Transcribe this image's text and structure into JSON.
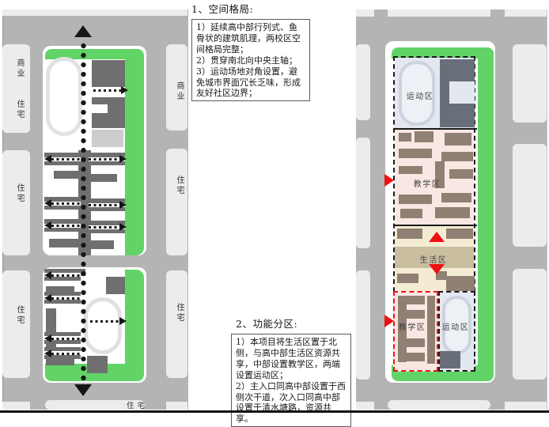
{
  "section1": {
    "title": "1、空间格局:",
    "lines": [
      "1）延续高中部行列式、鱼骨状的建筑肌理，两校区空间格局完整；",
      "2）贯穿南北向中央主轴；",
      "3）运动场地对角设置，避免城市界面冗长乏味，形成友好社区边界；"
    ]
  },
  "section2": {
    "title": "2、功能分区:",
    "lines": [
      "1）本项目将生活区置于北侧，与高中部生活区资源共享，中部设置教学区，两端设置运动区；",
      "2）主入口同高中部设置于西侧次干道，次入口同高中部设置于清水塘路，资源共享。"
    ]
  },
  "left_plan": {
    "surroundings_left": [
      "商业",
      "住宅",
      "住宅",
      "住宅"
    ],
    "surroundings_right": [
      "商业",
      "住宅",
      "住宅"
    ],
    "surroundings_bottom": "住宅"
  },
  "right_plan": {
    "zone_sports_north": "运动区",
    "zone_teaching_middle": "教学区",
    "zone_living": "生活区",
    "zone_teaching_south": "教学区",
    "zone_sports_south": "运动区"
  },
  "colors": {
    "green_buffer": "#62d367",
    "road_gray": "#b4b4b4",
    "parcel_gray": "#ececec",
    "building_dark": "#6f6f6f",
    "building_dark_blue": "#696f78",
    "building_brown": "#8f8073",
    "building_light": "#cdcdcd",
    "zone_sports_fill": "#e2e7f0",
    "zone_teaching_fill": "#f9e7e3",
    "zone_living_fill": "#f4ecd2",
    "living_road_tan": "#c9bfa0",
    "entrance_red": "#ee1111",
    "axis_black": "#161616"
  }
}
